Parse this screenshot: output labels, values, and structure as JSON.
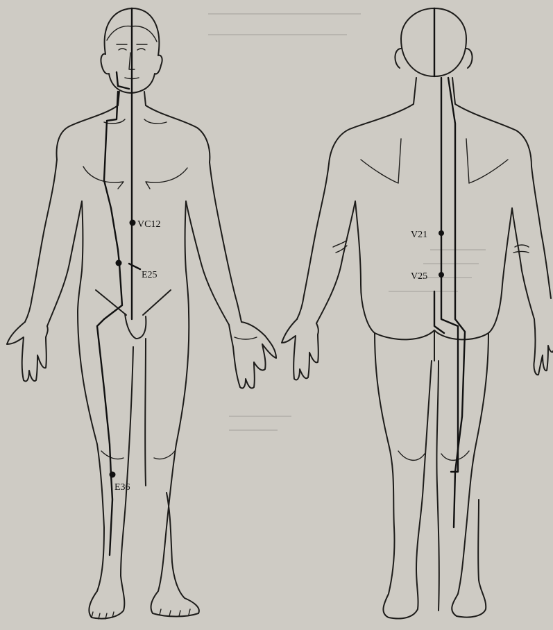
{
  "points": [
    {
      "id": "vc12",
      "label": "VC12"
    },
    {
      "id": "e25",
      "label": "E25"
    },
    {
      "id": "e36",
      "label": "E36"
    },
    {
      "id": "v21",
      "label": "V21"
    },
    {
      "id": "v25",
      "label": "V25"
    }
  ],
  "colors": {
    "paper": "#cecbc4",
    "ink": "#1d1c1a"
  }
}
